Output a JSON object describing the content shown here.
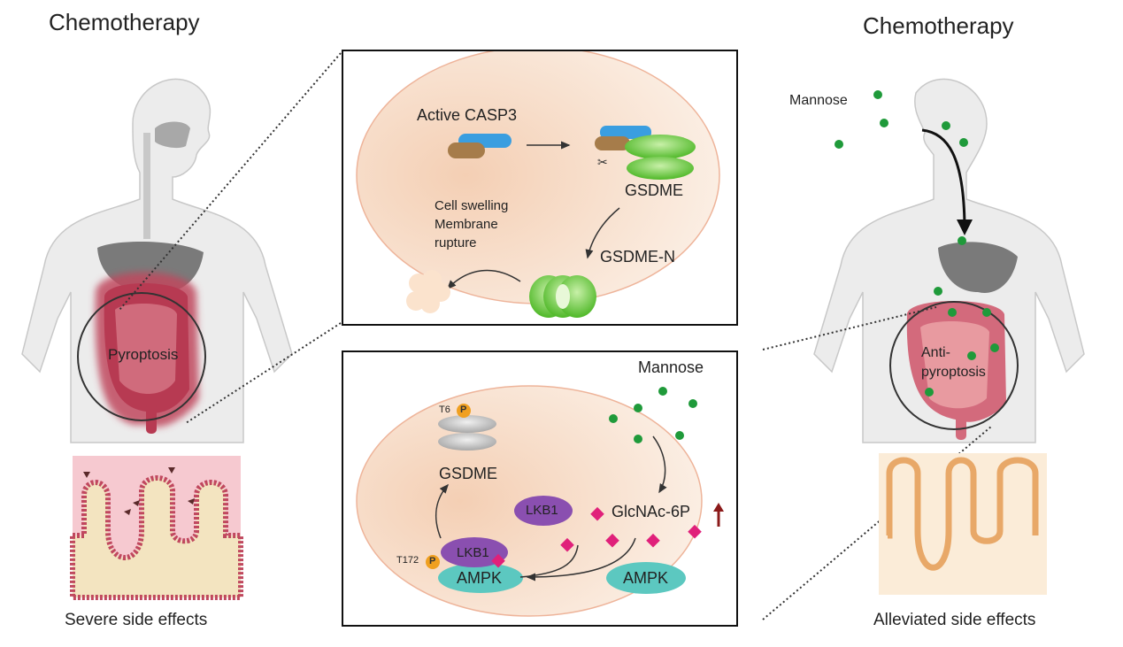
{
  "left": {
    "title": "Chemotherapy",
    "circle_label": "Pyroptosis",
    "caption": "Severe side effects"
  },
  "right": {
    "title": "Chemotherapy",
    "mannose_label": "Mannose",
    "circle_label_line1": "Anti-",
    "circle_label_line2": "pyroptosis",
    "caption": "Alleviated side effects"
  },
  "top_panel": {
    "casp3_label": "Active CASP3",
    "gsdme_label": "GSDME",
    "gsdme_n_label": "GSDME-N",
    "swelling_line1": "Cell swelling",
    "swelling_line2": "Membrane",
    "swelling_line3": "rupture"
  },
  "bottom_panel": {
    "mannose_label": "Mannose",
    "gsdme_label": "GSDME",
    "t6_label": "T6",
    "p_label": "P",
    "t172_label": "T172",
    "lkb1_label": "LKB1",
    "lkb1_free_label": "LKB1",
    "ampk_bound_label": "AMPK",
    "ampk_free_label": "AMPK",
    "glcnac_label": "GlcNAc-6P"
  },
  "colors": {
    "intestine_red": "#c0485e",
    "intestine_pink": "#d9707e",
    "mannose_green": "#1f9a3a",
    "gsdme_green": "#5ec234",
    "casp_blue": "#3a9ee0",
    "casp_brown": "#a67c4a",
    "lkb1_purple": "#8a4fb0",
    "ampk_teal": "#5cc8c0",
    "diamond_magenta": "#e0207a",
    "phospho_orange": "#f0a020",
    "cell_fill": "#f6dcc6",
    "up_arrow_red": "#8b1a1a",
    "villi_orange": "#e8a868"
  }
}
